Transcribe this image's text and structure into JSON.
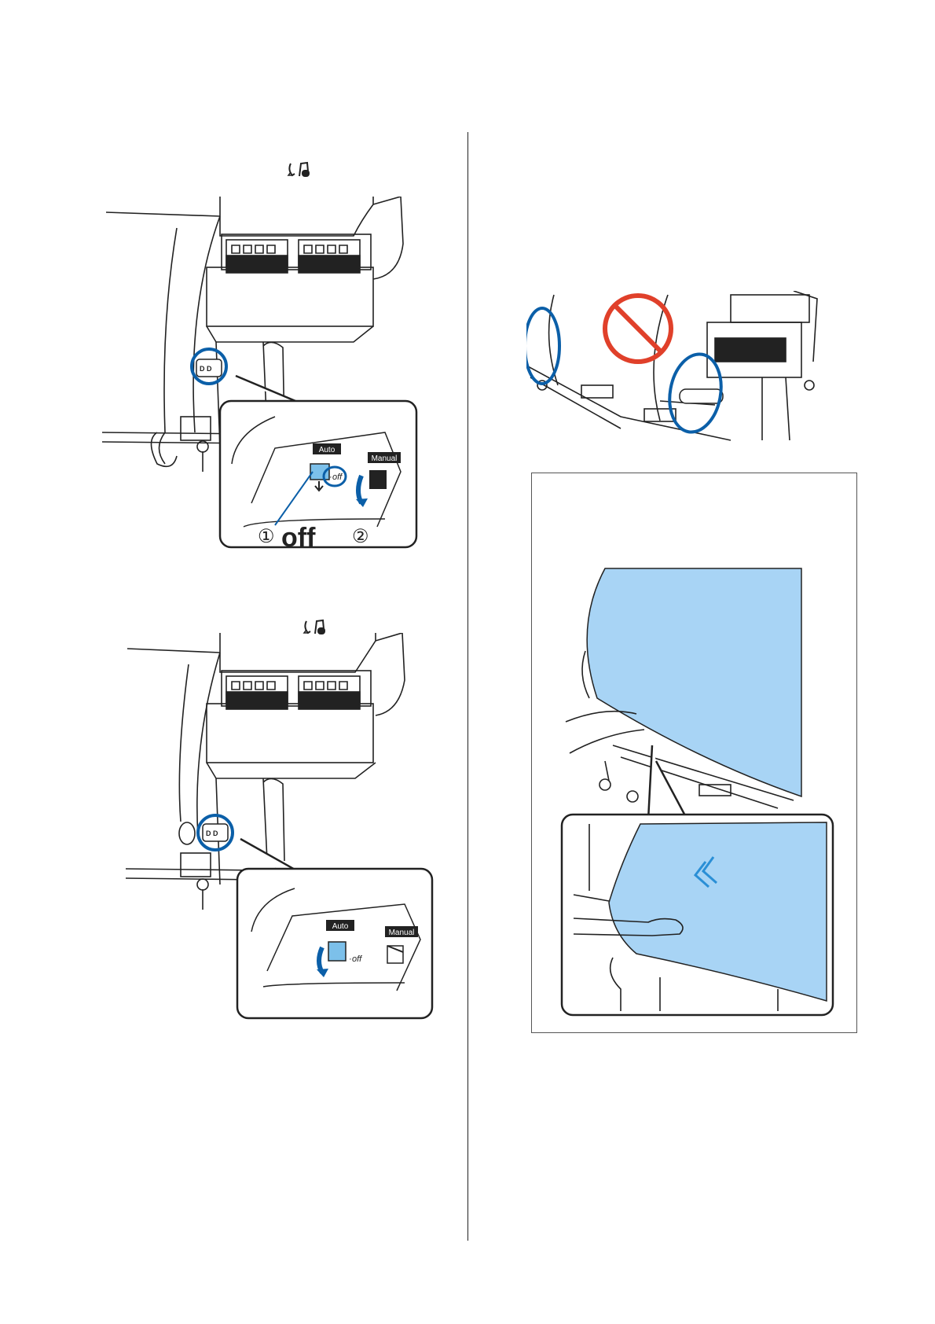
{
  "page": {
    "background": "#ffffff"
  },
  "figure1": {
    "callout_switch_labels": {
      "auto": "Auto",
      "manual": "Manual",
      "off_small": "off"
    },
    "step_markers": {
      "one": "①",
      "two": "②"
    },
    "off_label": "off"
  },
  "figure2": {
    "callout_switch_labels": {
      "auto": "Auto",
      "manual": "Manual",
      "off_small": "off"
    }
  },
  "colors": {
    "highlight_blue": "#0b5fa8",
    "switch_blue": "#7cc0ea",
    "media_blue": "#a8d4f5",
    "prohibit_red": "#e0402a",
    "line": "#222222"
  },
  "icons": {
    "take_up_icon_top": "take-up-roll-icon",
    "take_up_icon_mid": "take-up-roll-icon",
    "prohibited_sign": "prohibited-icon",
    "push_arrows": "double-chevron-left-icon"
  }
}
